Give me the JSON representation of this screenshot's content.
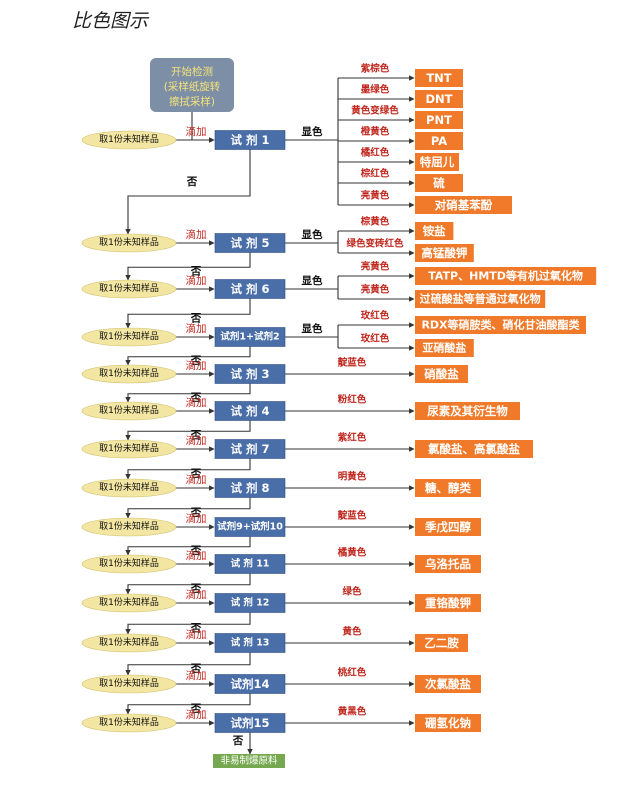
{
  "title": "比色图示",
  "start_box": {
    "lines": [
      "开始检测",
      "(采样纸旋转",
      "擦拭采样)"
    ]
  },
  "sample_label": "取1份未知样品",
  "add_label": "滴加",
  "no_label": "否",
  "show_label": "显色",
  "end_label": "非易制爆原料",
  "steps": [
    {
      "reagent": "试 剂 1",
      "show": "显色",
      "results": [
        {
          "color": "紫棕色",
          "substance": "TNT"
        },
        {
          "color": "墨绿色",
          "substance": "DNT"
        },
        {
          "color": "黄色变绿色",
          "substance": "PNT"
        },
        {
          "color": "橙黄色",
          "substance": "PA"
        },
        {
          "color": "橘红色",
          "substance": "特屈儿"
        },
        {
          "color": "棕红色",
          "substance": "硫"
        },
        {
          "color": "亮黄色",
          "substance": "对硝基苯酚"
        }
      ]
    },
    {
      "reagent": "试 剂 5",
      "show": "显色",
      "results": [
        {
          "color": "棕黄色",
          "substance": "铵盐"
        },
        {
          "color": "绿色变砖红色",
          "substance": "高锰酸钾"
        }
      ]
    },
    {
      "reagent": "试 剂 6",
      "show": "显色",
      "results": [
        {
          "color": "亮黄色",
          "substance": "TATP、HMTD等有机过氧化物"
        },
        {
          "color": "亮黄色",
          "substance": "过硫酸盐等普通过氧化物"
        }
      ]
    },
    {
      "reagent": "试剂1+试剂2",
      "show": "显色",
      "results": [
        {
          "color": "玫红色",
          "substance": "RDX等硝胺类、硝化甘油酸酯类"
        },
        {
          "color": "玫红色",
          "substance": "亚硝酸盐"
        }
      ]
    },
    {
      "reagent": "试 剂 3",
      "results": [
        {
          "color": "靛蓝色",
          "substance": "硝酸盐"
        }
      ]
    },
    {
      "reagent": "试 剂 4",
      "results": [
        {
          "color": "粉红色",
          "substance": "尿素及其衍生物"
        }
      ]
    },
    {
      "reagent": "试 剂 7",
      "results": [
        {
          "color": "紫红色",
          "substance": "氯酸盐、高氯酸盐"
        }
      ]
    },
    {
      "reagent": "试 剂 8",
      "results": [
        {
          "color": "明黄色",
          "substance": "糖、醇类"
        }
      ]
    },
    {
      "reagent": "试剂9+试剂10",
      "results": [
        {
          "color": "靛蓝色",
          "substance": "季戊四醇"
        }
      ]
    },
    {
      "reagent": "试 剂 11",
      "results": [
        {
          "color": "橘黄色",
          "substance": "乌洛托品"
        }
      ]
    },
    {
      "reagent": "试 剂 12",
      "results": [
        {
          "color": "绿色",
          "substance": "重铬酸钾"
        }
      ]
    },
    {
      "reagent": "试 剂 13",
      "results": [
        {
          "color": "黄色",
          "substance": "乙二胺"
        }
      ]
    },
    {
      "reagent": "试剂14",
      "results": [
        {
          "color": "桃红色",
          "substance": "次氯酸盐"
        }
      ]
    },
    {
      "reagent": "试剂15",
      "results": [
        {
          "color": "黄黑色",
          "substance": "硼氢化钠"
        }
      ]
    }
  ],
  "colors": {
    "reagent_fill": "#4a6ea8",
    "sample_fill": "#f3e6a2",
    "result_fill": "#f07a2a",
    "label_red": "#c0281f",
    "end_fill": "#76a94f",
    "start_fill": "#7d8fa6",
    "start_text": "#f5e27a",
    "line": "#333333"
  }
}
